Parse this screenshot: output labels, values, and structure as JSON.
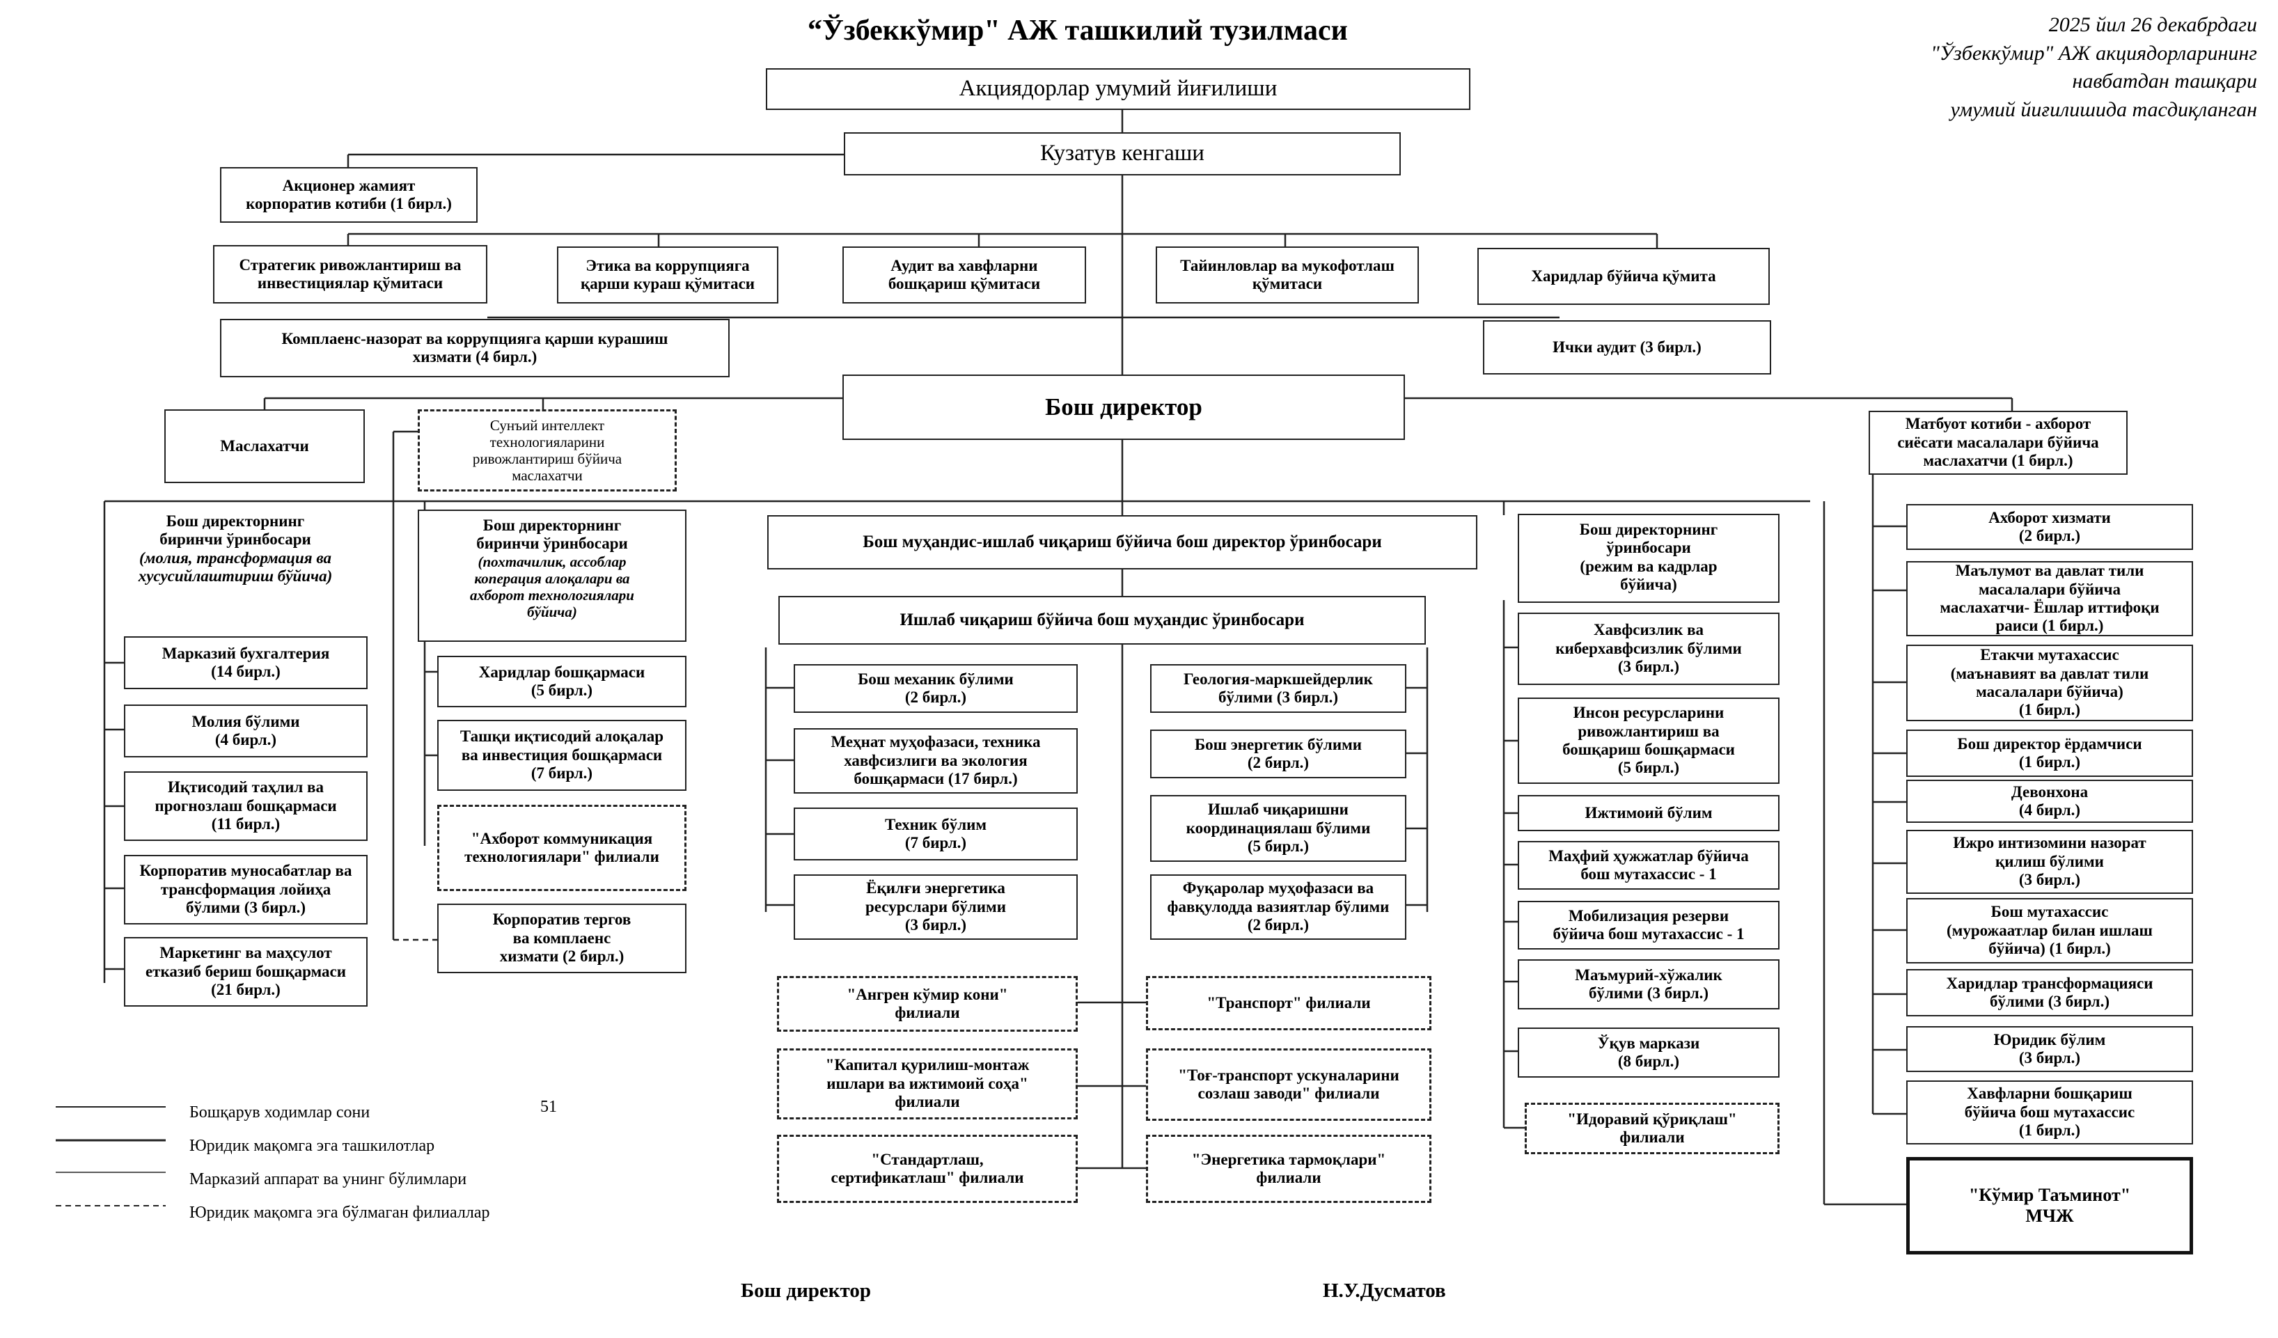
{
  "title": "“Ўзбеккўмир\" АЖ ташкилий тузилмаси",
  "approval": [
    "2025 йил 26 декабрдаги",
    "\"Ўзбеккўмир\" АЖ акциядорларининг",
    "навбатдан ташқари",
    "умумий йиғилишида тасдиқланган"
  ],
  "top": {
    "shareholders": "Акциядорлар умумий йиғилиши",
    "board": "Кузатув кенгаши",
    "secretary": "Акционер жамият\nкорпоратив котиби (1 бирл.)",
    "director": "Бош директор"
  },
  "committees": [
    "Стратегик ривожлантириш ва\nинвестициялар қўмитаси",
    "Этика ва коррупцияга\nқарши кураш қўмитаси",
    "Аудит ва хавфларни\nбошқариш қўмитаси",
    "Тайинловлар ва мукофотлаш\nқўмитаси",
    "Харидлар бўйича қўмита"
  ],
  "compliance": "Комплаенс-назорат ва коррупцияга қарши курашиш\nхизмати  (4 бирл.)",
  "internal_audit": "Ички аудит  (3 бирл.)",
  "advisor": "Маслахатчи",
  "ai_advisor": "Сунъий интеллект\nтехнологияларини\nривожлантириш бўйича\nмаслахатчи",
  "press": "Матбуот котиби - ахборот\nсиёсати масалалари бўйича\nмаслахатчи  (1 бирл.)",
  "deputy1": {
    "title": "Бош директорнинг\nбиринчи ўринбосари",
    "sub": "(молия, трансформация ва\nхусусийлаштириш бўйича)",
    "units": [
      "Марказий бухгалтерия\n(14 бирл.)",
      "Молия бўлими\n(4 бирл.)",
      "Иқтисодий таҳлил ва\nпрогнозлаш бошқармаси\n(11 бирл.)",
      "Корпоратив муносабатлар ва\nтрансформация лойиҳа\nбўлими (3 бирл.)",
      "Маркетинг ва маҳсулот\nетказиб бериш бошқармаси\n(21 бирл.)"
    ]
  },
  "deputy2": {
    "title": "Бош директорнинг\nбиринчи ўринбосари",
    "sub": "(похтачилик, ассоблар\nкоперация алоқалари ва\nахборот технологиялари\nбўйича)",
    "units": [
      "Харидлар бошқармаси\n(5 бирл.)",
      "Ташқи иқтисодий алоқалар\nва инвестиция бошқармаси\n(7 бирл.)",
      "\"Ахборот коммуникация\nтехнологиялари\" филиали",
      "Корпоратив тергов\nва комплаенс\nхизмати (2 бирл.)"
    ]
  },
  "chief_engineer": "Бош муҳандис-ишлаб чиқариш бўйича бош директор ўринбосари",
  "production_deputy": "Ишлаб чиқариш бўйича бош муҳандис ўринбосари",
  "production_left": [
    "Бош механик бўлими\n(2 бирл.)",
    "Меҳнат муҳофазаси, техника\nхавфсизлиги ва экология\nбошқармаси  (17 бирл.)",
    "Техник бўлим\n(7 бирл.)",
    "Ёқилғи энергетика\nресурслари бўлими\n(3 бирл.)"
  ],
  "production_right": [
    "Геология-маркшейдерлик\nбўлими (3 бирл.)",
    "Бош энергетик бўлими\n(2 бирл.)",
    "Ишлаб чиқаришни\nкоординациялаш бўлими\n(5 бирл.)",
    "Фуқаролар муҳофазаси ва\nфавқулодда вазиятлар бўлими\n(2 бирл.)"
  ],
  "branches_left": [
    "\"Ангрен кўмир кони\"\nфилиали",
    "\"Капитал қурилиш-монтаж\nишлари ва ижтимоий соҳа\"\nфилиали",
    "\"Стандартлаш,\nсертификатлаш\" филиали"
  ],
  "branches_right": [
    "\"Транспорт\" филиали",
    "\"Тоғ-транспорт ускуналарини\nсозлаш заводи\" филиали",
    "\"Энергетика тармоқлари\"\nфилиали"
  ],
  "deputy3": {
    "title": "Бош директорнинг\nўринбосари\n(режим ва кадрлар\nбўйича)",
    "units": [
      "Хавфсизлик ва\nкиберхавфсизлик бўлими\n(3 бирл.)",
      "Инсон ресурсларини\nривожлантириш ва\nбошқариш бошқармаси\n(5 бирл.)",
      "Ижтимоий бўлим",
      "Маҳфий ҳужжатлар бўйича\nбош мутахассис - 1",
      "Мобилизация резерви\nбўйича бош мутахассис - 1",
      "Маъмурий-хўжалик\nбўлими (3 бирл.)",
      "Ўқув маркази\n(8 бирл.)",
      "\"Идоравий қўриқлаш\"\nфилиали"
    ]
  },
  "right_units": [
    "Ахборот хизмати\n(2 бирл.)",
    "Маълумот ва давлат тили\nмасалалари бўйича\nмаслахатчи- Ёшлар иттифоқи\nраиси (1 бирл.)",
    "Етакчи мутахассис\n(маънавият ва давлат тили\nмасалалари бўйича)\n(1 бирл.)",
    "Бош директор ёрдамчиси\n(1 бирл.)",
    "Девонхона\n(4 бирл.)",
    "Ижро интизомини назорат\nқилиш бўлими\n(3 бирл.)",
    "Бош мутахассис\n(мурожаатлар билан ишлаш\nбўйича) (1 бирл.)",
    "Харидлар трансформацияси\nбўлими (3 бирл.)",
    "Юридик бўлим\n(3 бирл.)",
    "Хавфларни бошқариш\nбўйича бош мутахассис\n(1 бирл.)"
  ],
  "kumir": "\"Кўмир Таъминот\"\nМЧЖ",
  "legend": [
    "Бошқарув ходимлар сони",
    "Юридик мақомга эга ташкилотлар",
    "Марказий аппарат ва унинг бўлимлари",
    "Юридик мақомга эга бўлмаган филиаллар"
  ],
  "legend_count": "51",
  "signature": {
    "role": "Бош директор",
    "name": "Н.У.Дусматов"
  }
}
